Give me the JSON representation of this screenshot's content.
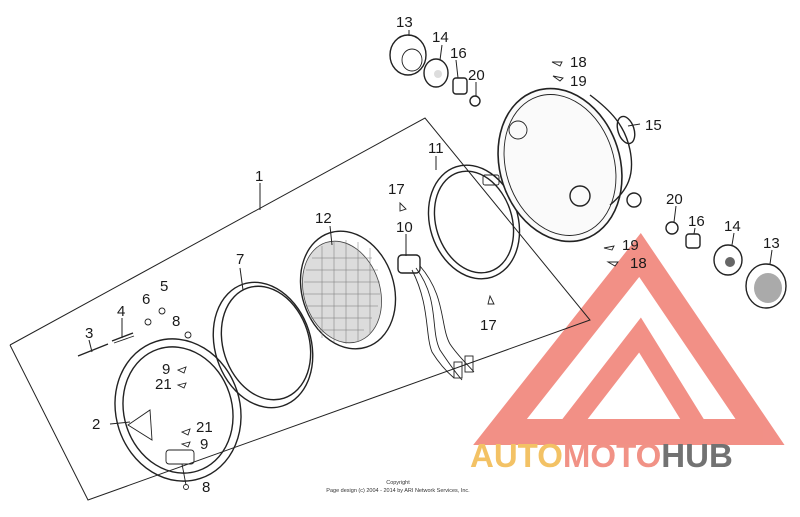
{
  "diagram": {
    "callouts": {
      "c1": "1",
      "c2": "2",
      "c3": "3",
      "c4": "4",
      "c5": "5",
      "c6": "6",
      "c7": "7",
      "c8a": "8",
      "c8b": "8",
      "c9a": "9",
      "c9b": "9",
      "c10": "10",
      "c11": "11",
      "c12": "12",
      "c13a": "13",
      "c13b": "13",
      "c14a": "14",
      "c14b": "14",
      "c15": "15",
      "c16a": "16",
      "c16b": "16",
      "c17a": "17",
      "c17b": "17",
      "c18a": "18",
      "c18b": "18",
      "c19a": "19",
      "c19b": "19",
      "c20a": "20",
      "c20b": "20",
      "c21a": "21",
      "c21b": "21"
    },
    "copyright": {
      "line1": "Copyright",
      "line2": "Page design (c) 2004 - 2014 by ARI Network Services, Inc."
    }
  },
  "watermark": {
    "word_auto": "AUTO",
    "word_moto": "MOTO",
    "word_hub": "HUB",
    "colors": {
      "auto": "#f2b84b",
      "moto": "#ef7f72",
      "hub": "#5a5a5a",
      "triangle": "#f07d72"
    }
  }
}
